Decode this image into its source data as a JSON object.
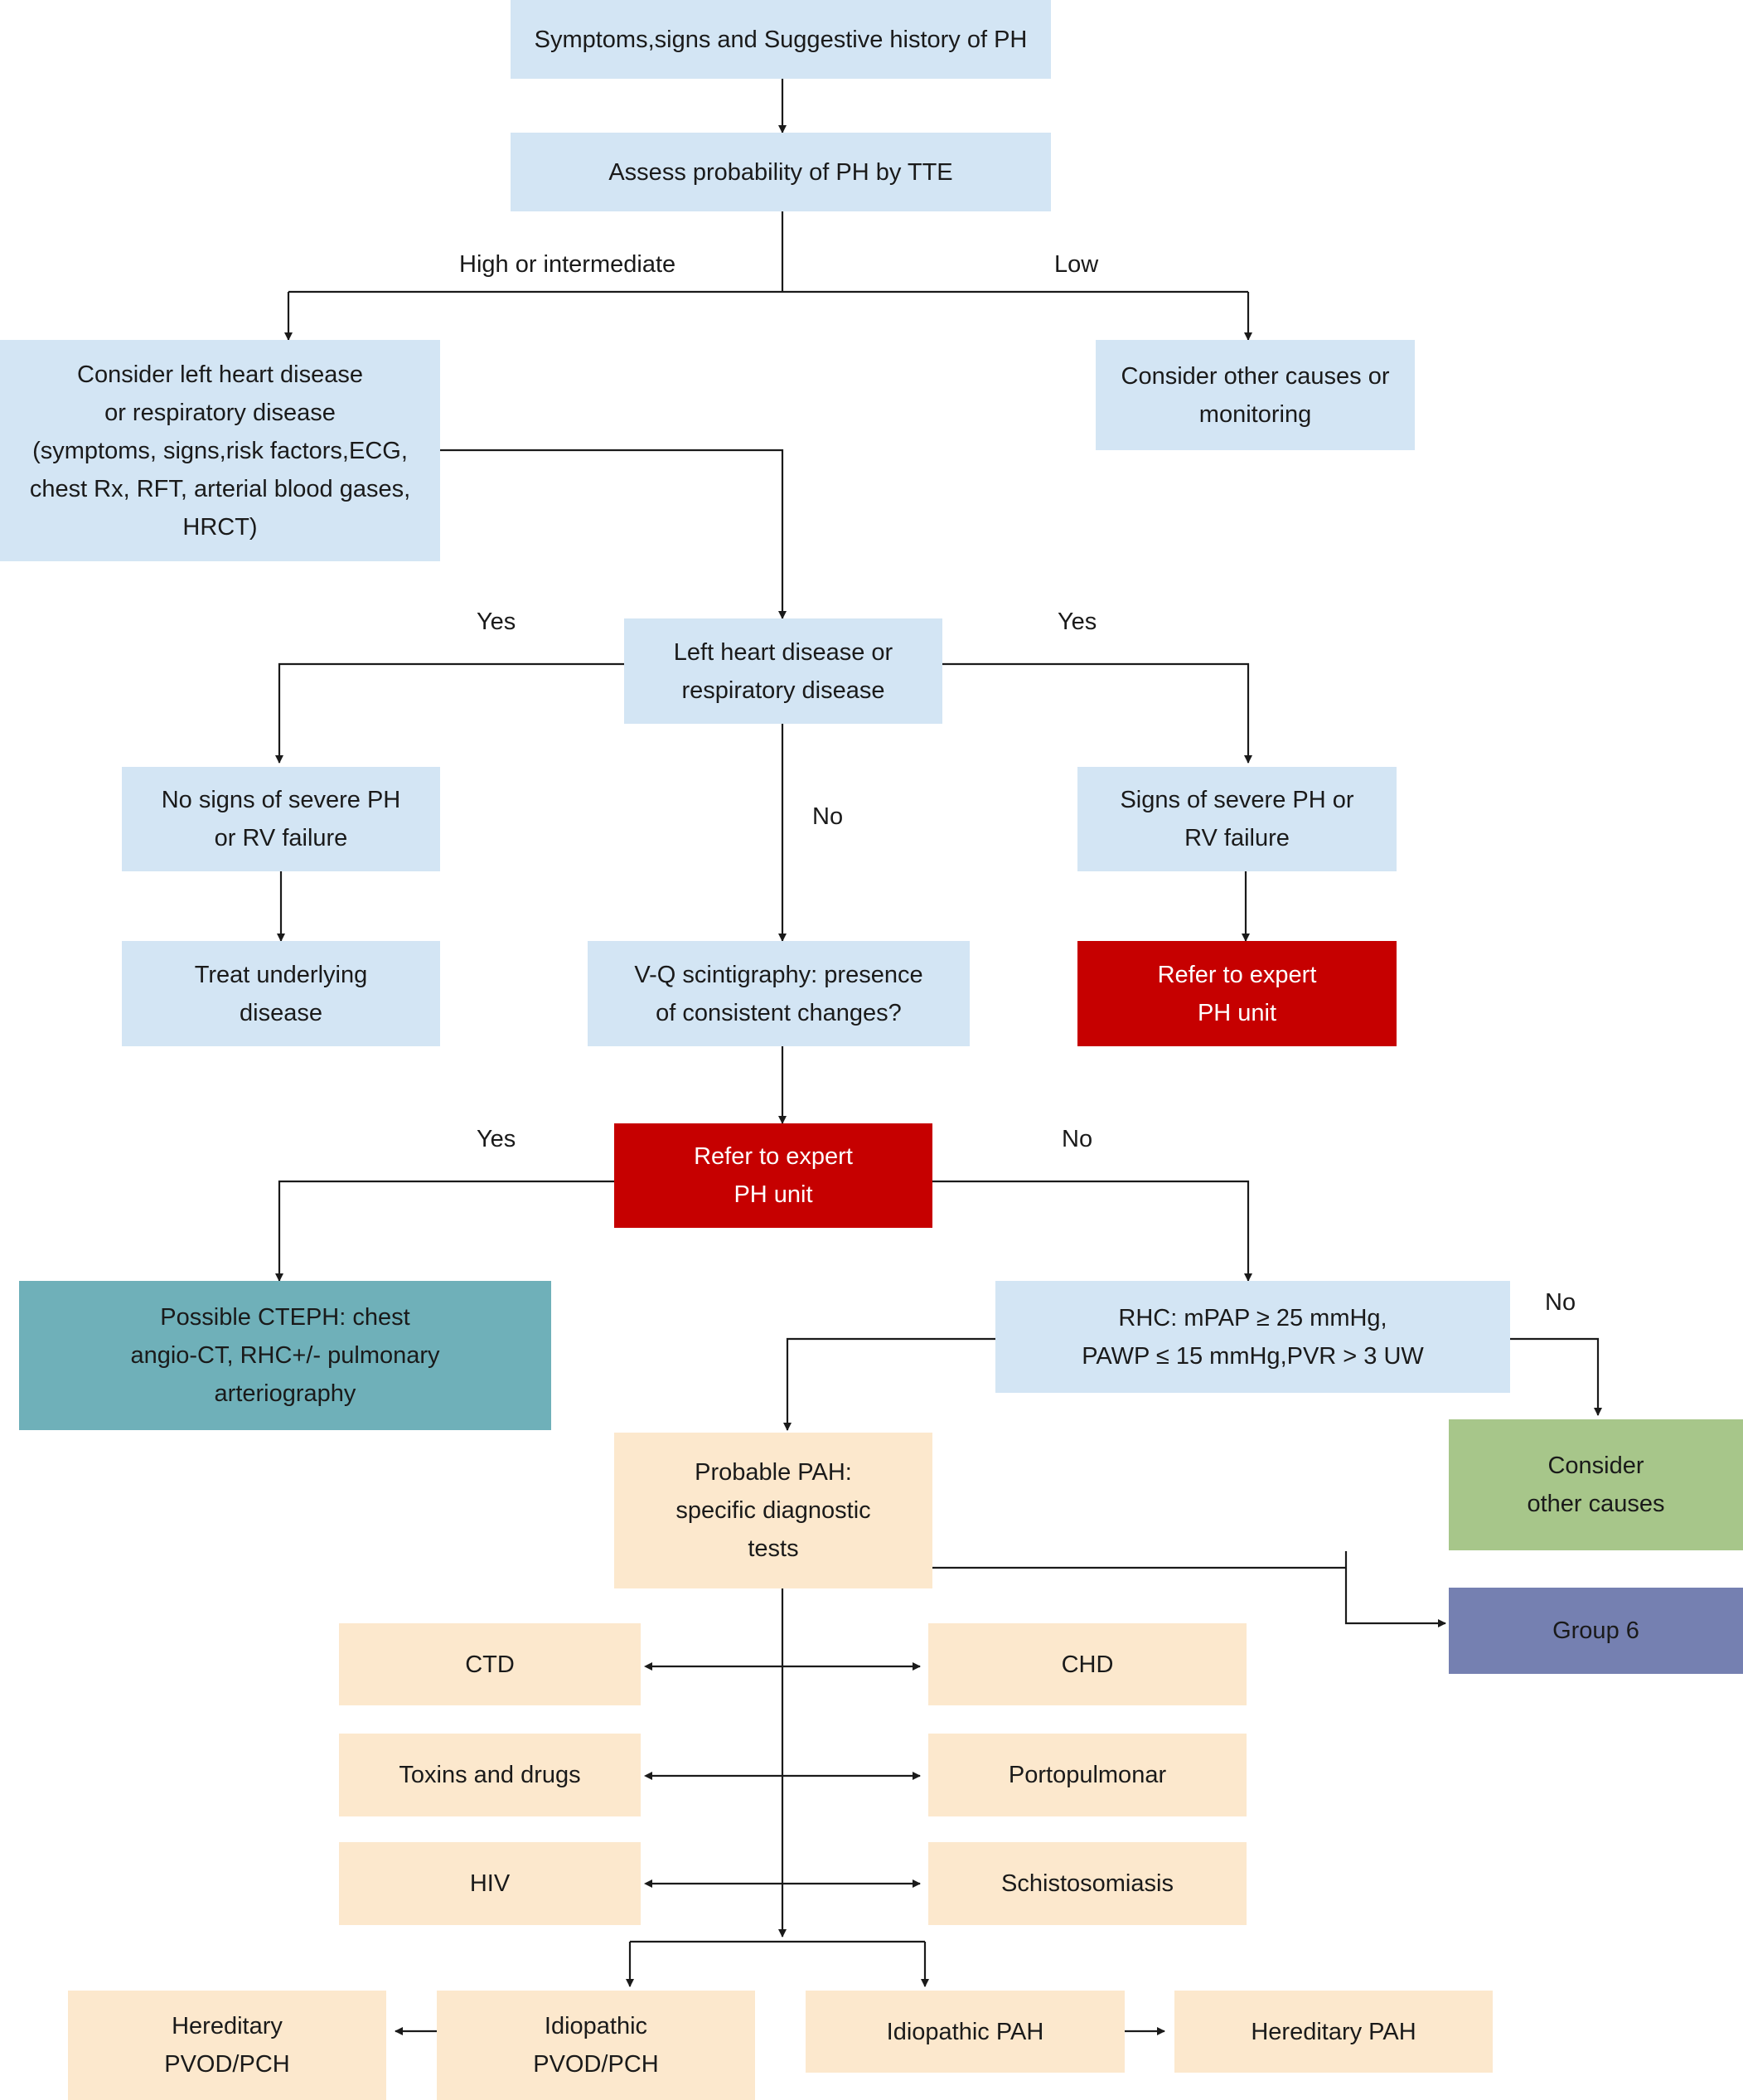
{
  "colors": {
    "light_blue": "#d3e5f4",
    "red": "#c60000",
    "teal": "#6fb0b9",
    "green": "#a7c68a",
    "purple": "#7580b1",
    "cream": "#fce8cd",
    "line": "#1a1a1a",
    "white_text": "#ffffff"
  },
  "nodes": {
    "symptoms": "Symptoms,signs and Suggestive history of PH",
    "assess": "Assess probability of PH by TTE",
    "consider_lhd": "Consider left heart disease\nor respiratory disease\n(symptoms, signs,risk factors,ECG,\nchest Rx, RFT, arterial blood gases,\nHRCT)",
    "consider_other_monitoring": "Consider other causes or\nmonitoring",
    "lhd_resp": "Left heart disease or\nrespiratory disease",
    "no_severe": "No signs of severe PH\nor RV failure",
    "severe": "Signs of severe PH or\nRV failure",
    "treat": "Treat underlying\ndisease",
    "vq": "V-Q scintigraphy: presence\nof consistent changes?",
    "refer1": "Refer to expert\nPH unit",
    "refer2": "Refer to expert\nPH unit",
    "cteph": "Possible CTEPH: chest\nangio-CT, RHC+/- pulmonary\narteriography",
    "rhc": "RHC: mPAP ≥ 25 mmHg,\nPAWP ≤ 15 mmHg,PVR > 3 UW",
    "consider_other": "Consider\nother causes",
    "probable_pah": "Probable PAH:\nspecific diagnostic\ntests",
    "group6": "Group 6",
    "ctd": "CTD",
    "chd": "CHD",
    "toxins": "Toxins and drugs",
    "portopulmonar": "Portopulmonar",
    "hiv": "HIV",
    "schisto": "Schistosomiasis",
    "hered_pvod": "Hereditary\nPVOD/PCH",
    "idio_pvod": "Idiopathic\nPVOD/PCH",
    "idio_pah": "Idiopathic PAH",
    "hered_pah": "Hereditary PAH"
  },
  "labels": {
    "high_intermediate": "High or intermediate",
    "low": "Low",
    "yes_left_1": "Yes",
    "yes_right_1": "Yes",
    "no_middle": "No",
    "yes_left_2": "Yes",
    "no_right_2": "No",
    "no_rhc": "No"
  }
}
